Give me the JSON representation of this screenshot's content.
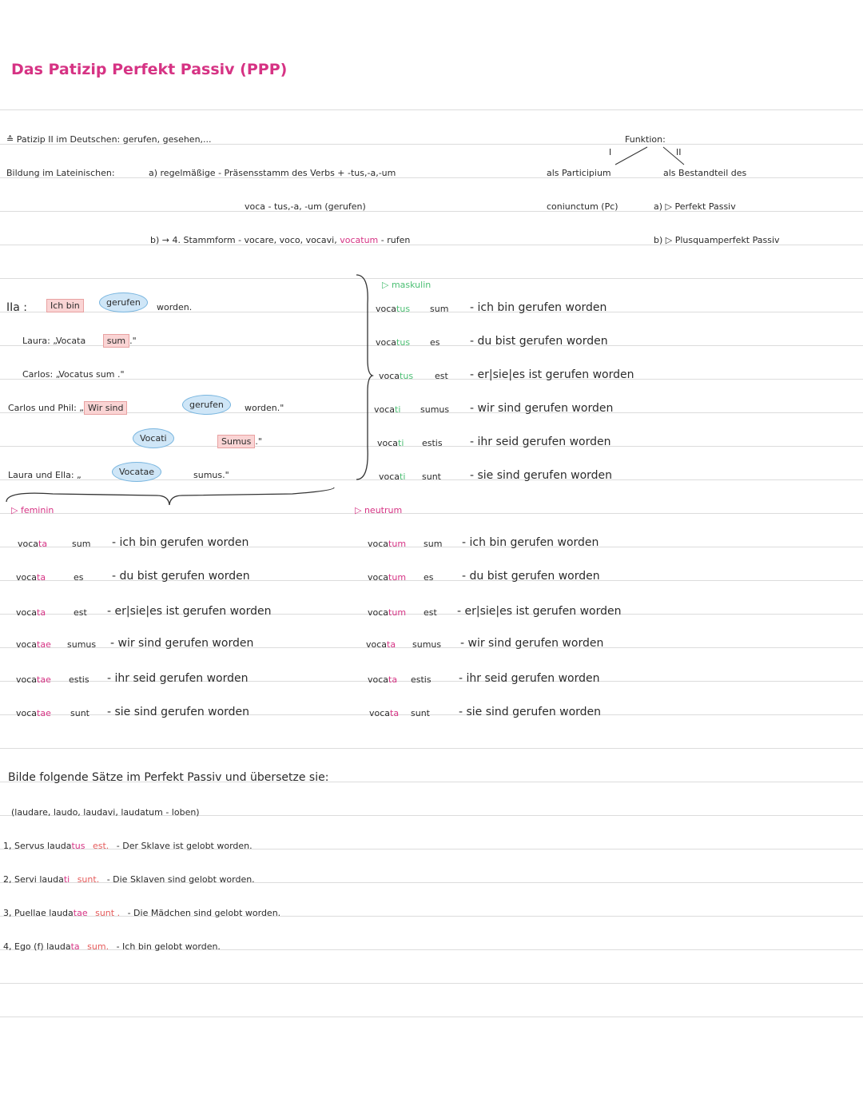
{
  "title": "Das Patizip Perfekt Passiv (PPP)",
  "intro": {
    "line1": "≙ Patizip II im Deutschen: gerufen, gesehen,...",
    "bildung_label": "Bildung im Lateinischen:",
    "bildung_a": "a) regelmäßige - Präsensstamm des Verbs + -tus,-a,-um",
    "example_a": "voca - tus,-a, -um (gerufen)",
    "bildung_b_prefix": "b) → 4. Stammform - vocare, voco, vocavi, ",
    "bildung_b_word": "vocatum",
    "bildung_b_suffix": " - rufen"
  },
  "funktion": {
    "title": "Funktion:",
    "roman1": "I",
    "roman2": "II",
    "col1_line1": "als Participium",
    "col1_line2": "coniunctum (Pc)",
    "col2_line1": "als Bestandteil des",
    "col2_line2": "a) ▷ Perfekt Passiv",
    "col2_line3": "b) ▷ Plusquamperfekt Passiv"
  },
  "examples": {
    "ia": "IIa :",
    "ich_bin": "Ich bin",
    "gerufen": "gerufen",
    "worden": "worden.",
    "laura_prefix": "Laura: „Vocata",
    "sum": "sum",
    "quote_end": ".\"",
    "carlos": "Carlos: „Vocatus sum .\"",
    "cp_prefix": "Carlos und Phil: „",
    "wir_sind": "Wir sind",
    "gerufen2": "gerufen",
    "worden2": "worden.\"",
    "vocati": "Vocati",
    "sumus": "Sumus",
    "sumus_end": ".\"",
    "le_prefix": "Laura und Ella: „",
    "vocatae": "Vocatae",
    "sumus2": "sumus.\""
  },
  "maskulin": {
    "label": "▷ maskulin",
    "rows": [
      {
        "stem": "voca",
        "end": "tus",
        "aux": "sum",
        "de": "- ich bin gerufen worden"
      },
      {
        "stem": "voca",
        "end": "tus",
        "aux": "es",
        "de": "- du bist gerufen worden"
      },
      {
        "stem": "voca",
        "end": "tus",
        "aux": "est",
        "de": "- er|sie|es ist gerufen worden"
      },
      {
        "stem": "voca",
        "end": "ti",
        "aux": "sumus",
        "de": "- wir sind gerufen worden"
      },
      {
        "stem": "voca",
        "end": "ti",
        "aux": "estis",
        "de": "- ihr seid gerufen worden"
      },
      {
        "stem": "voca",
        "end": "ti",
        "aux": "sunt",
        "de": "- sie sind gerufen worden"
      }
    ]
  },
  "feminin": {
    "label": "▷ feminin",
    "rows": [
      {
        "stem": "voca",
        "end": "ta",
        "aux": "sum",
        "de": "- ich bin gerufen worden"
      },
      {
        "stem": "voca",
        "end": "ta",
        "aux": "es",
        "de": "- du bist gerufen worden"
      },
      {
        "stem": "voca",
        "end": "ta",
        "aux": "est",
        "de": "- er|sie|es ist gerufen worden"
      },
      {
        "stem": "voca",
        "end": "tae",
        "aux": "sumus",
        "de": "- wir sind gerufen worden"
      },
      {
        "stem": "voca",
        "end": "tae",
        "aux": "estis",
        "de": "- ihr seid gerufen worden"
      },
      {
        "stem": "voca",
        "end": "tae",
        "aux": "sunt",
        "de": "- sie sind gerufen worden"
      }
    ]
  },
  "neutrum": {
    "label": "▷ neutrum",
    "rows": [
      {
        "stem": "voca",
        "end": "tum",
        "aux": "sum",
        "de": "- ich bin gerufen worden"
      },
      {
        "stem": "voca",
        "end": "tum",
        "aux": "es",
        "de": "- du bist gerufen worden"
      },
      {
        "stem": "voca",
        "end": "tum",
        "aux": "est",
        "de": "- er|sie|es ist gerufen worden"
      },
      {
        "stem": "voca",
        "end": "ta",
        "aux": "sumus",
        "de": "- wir sind gerufen worden"
      },
      {
        "stem": "voca",
        "end": "ta",
        "aux": "estis",
        "de": "- ihr seid gerufen worden"
      },
      {
        "stem": "voca",
        "end": "ta",
        "aux": "sunt",
        "de": "- sie sind gerufen worden"
      }
    ]
  },
  "exercise": {
    "heading": "Bilde folgende Sätze im Perfekt Passiv und übersetze sie:",
    "verb": "(laudare, laudo, laudavi, laudatum - loben)",
    "items": [
      {
        "pre": "1, Servus lauda",
        "end": "tus",
        "aux": "est.",
        "de": "- Der Sklave ist gelobt worden."
      },
      {
        "pre": "2, Servi lauda",
        "end": "ti",
        "aux": "sunt.",
        "de": "- Die Sklaven sind gelobt worden."
      },
      {
        "pre": "3, Puellae lauda",
        "end": "tae",
        "aux": "sunt .",
        "de": "- Die Mädchen sind gelobt worden."
      },
      {
        "pre": "4, Ego (f) lauda",
        "end": "ta",
        "aux": "sum.",
        "de": "- Ich bin gelobt worden."
      }
    ]
  },
  "colors": {
    "title": "#d63384",
    "ending": "#d63384",
    "label": "#4bbf73",
    "aux": "#e55b5b",
    "box": "#fad4d4",
    "bubble": "#cfe6f7"
  }
}
